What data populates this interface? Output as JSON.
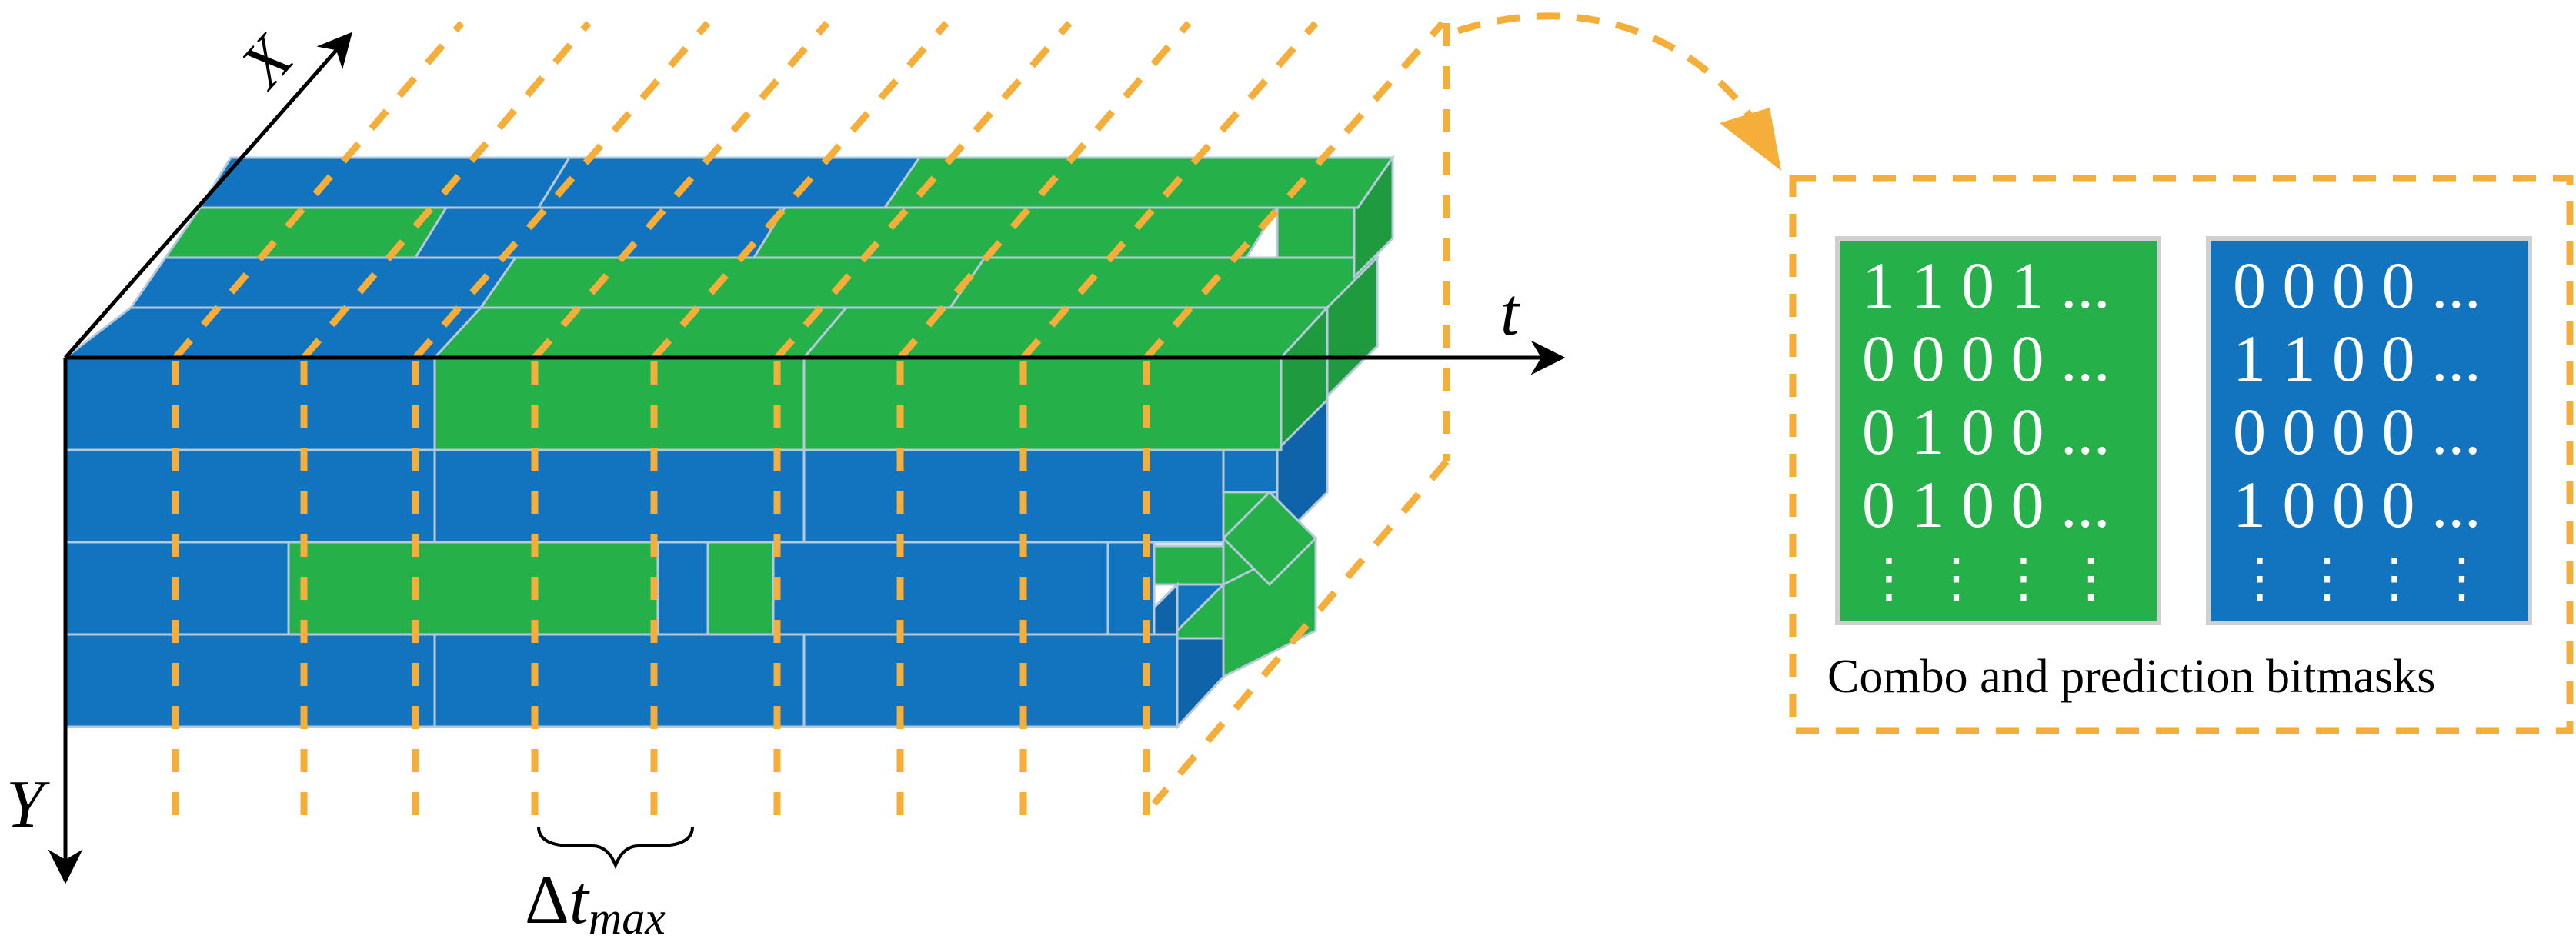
{
  "colors": {
    "blue": "#1273BF",
    "blue_side": "#0F63A8",
    "green": "#26B04A",
    "green_side": "#1F9A3E",
    "orange": "#F5AE3A",
    "edge": "#9FB7CC",
    "axis": "#000000"
  },
  "axes": {
    "x_label": "X",
    "y_label": "Y",
    "t_label": "t",
    "delta_label": "Δ",
    "delta_italic": "t",
    "delta_subscript": "max"
  },
  "combo_mask": {
    "rows": [
      "1 1 0 1 ...",
      "0 0 0 0 ...",
      "0 1 0 0 ...",
      "0 1 0 0 ..."
    ],
    "dots": "⋮ ⋮ ⋮ ⋮"
  },
  "prediction_mask": {
    "rows": [
      "0 0 0 0 ...",
      "1 1 0 0 ...",
      "0 0 0 0 ...",
      "1 0 0 0 ..."
    ],
    "dots": "⋮ ⋮ ⋮ ⋮"
  },
  "caption": "Combo and prediction bitmasks"
}
